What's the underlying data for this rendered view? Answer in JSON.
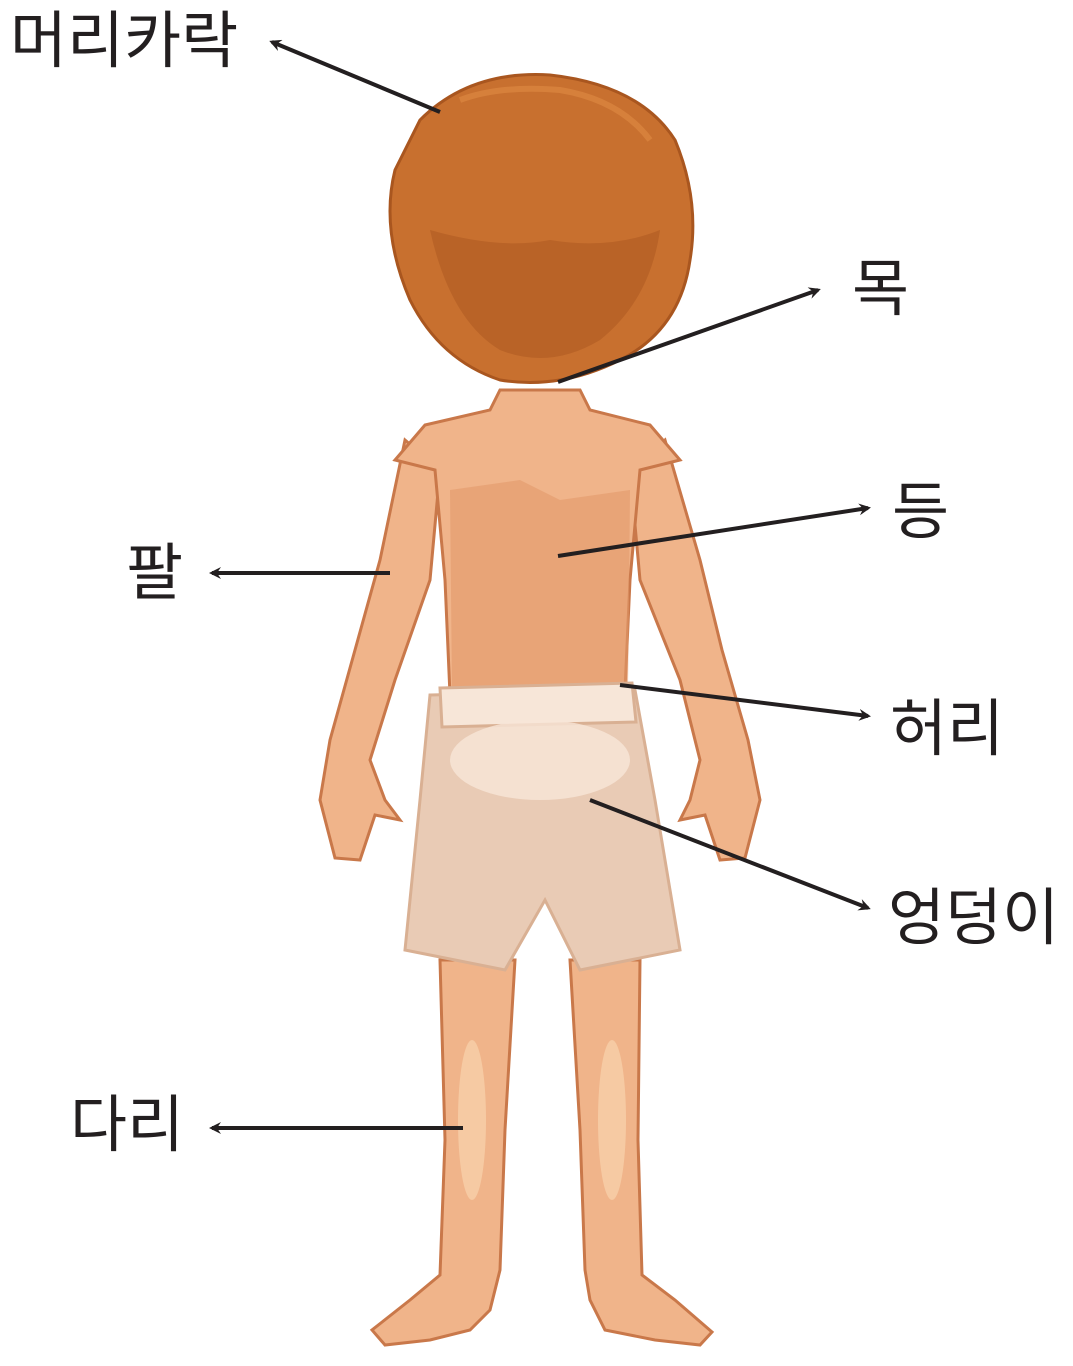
{
  "labels": {
    "hair": "머리카락",
    "neck": "목",
    "back": "등",
    "arm": "팔",
    "waist": "허리",
    "hip": "엉덩이",
    "leg": "다리"
  },
  "colors": {
    "skin": "#f0b48a",
    "skin_shadow": "#e29a6b",
    "skin_highlight": "#f6caa3",
    "outline": "#c9784a",
    "hair": "#c8702f",
    "hair_dark": "#a9561f",
    "shorts": "#e9cbb5",
    "shorts_light": "#f7e6d8",
    "arrow": "#231f20"
  }
}
